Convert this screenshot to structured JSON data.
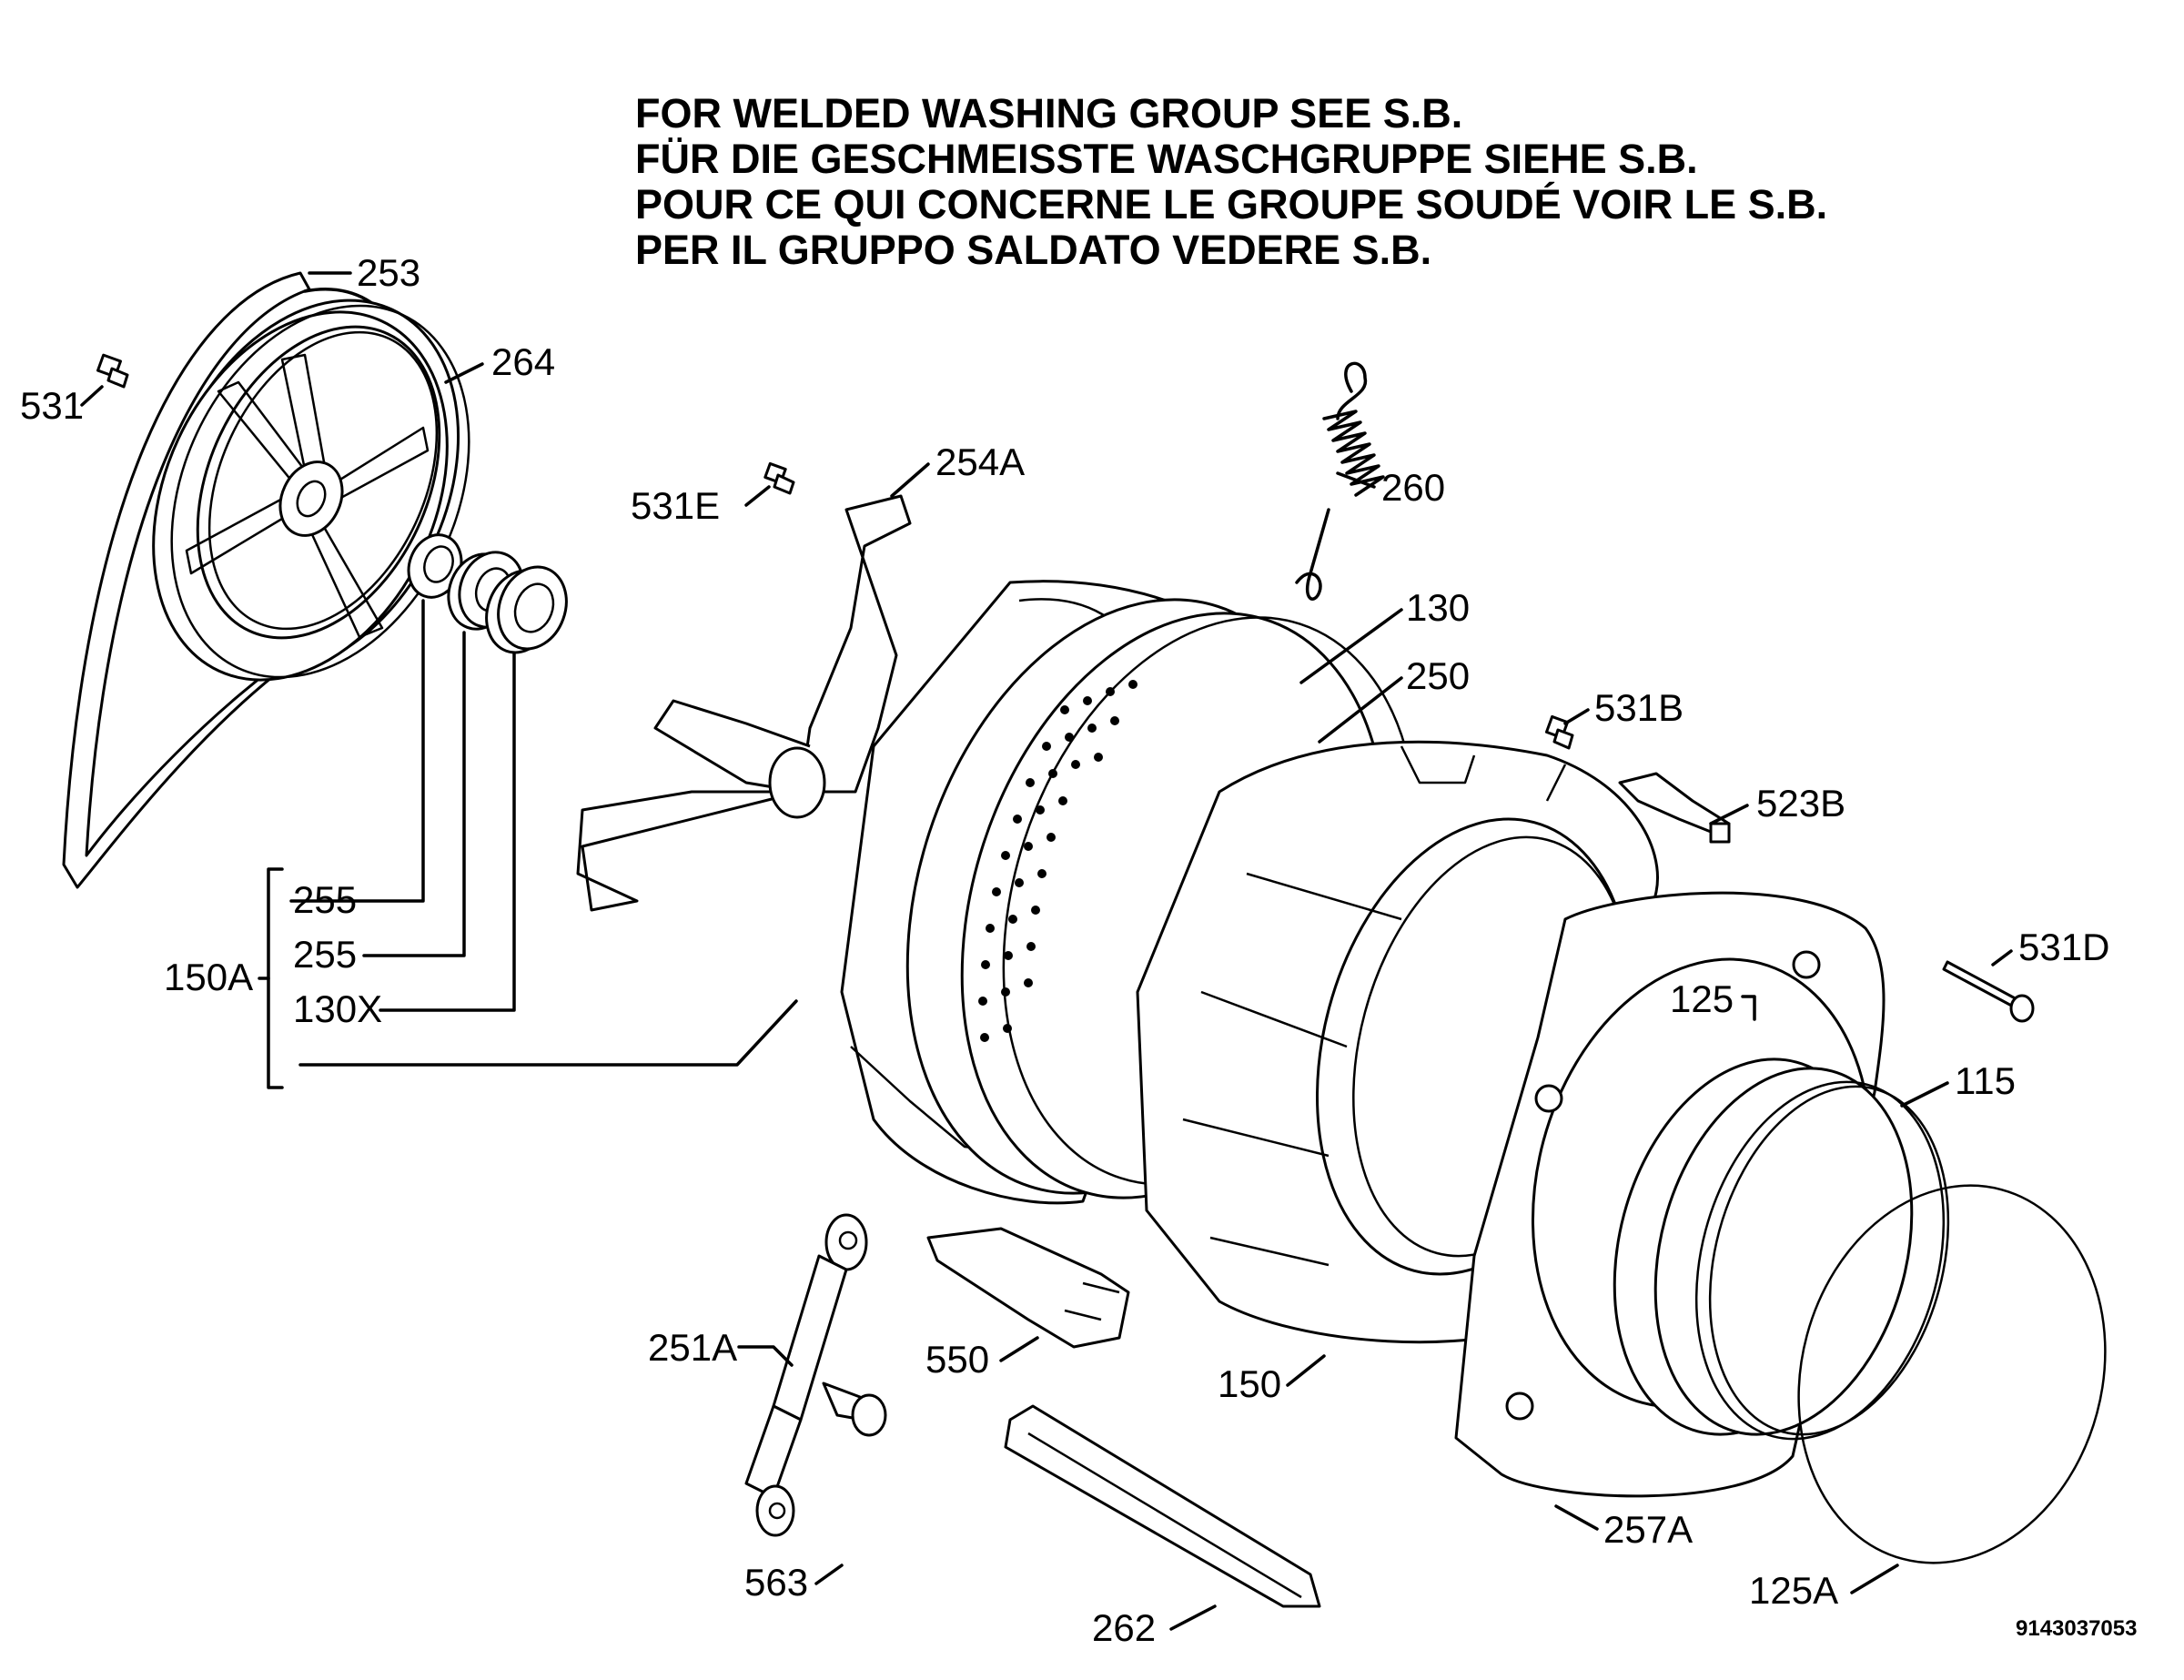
{
  "notes": [
    "FOR WELDED WASHING GROUP SEE S.B.",
    "FÜR DIE GESCHMEISSTE WASCHGRUPPE SIEHE S.B.",
    "POUR CE QUI CONCERNE LE GROUPE SOUDÉ VOIR LE S.B.",
    "PER IL GRUPPO SALDATO VEDERE S.B."
  ],
  "labels": {
    "p253": "253",
    "p264": "264",
    "p531": "531",
    "p531E": "531E",
    "p254A": "254A",
    "p260": "260",
    "p130": "130",
    "p250": "250",
    "p531B": "531B",
    "p523B": "523B",
    "p531D": "531D",
    "p125": "125",
    "p115": "115",
    "p150A": "150A",
    "p255a": "255",
    "p255b": "255",
    "p130X": "130X",
    "p251A": "251A",
    "p550": "550",
    "p150": "150",
    "p257A": "257A",
    "p125A": "125A",
    "p563": "563",
    "p262": "262"
  },
  "drawing_code": "9143037053",
  "icons": [
    "pulley-icon",
    "drive-belt-icon",
    "bearing-icon",
    "seal-icon",
    "screw-icon",
    "spring-icon",
    "drum-icon",
    "tub-icon",
    "door-seal-icon",
    "shock-absorber-icon",
    "counterweight-icon"
  ]
}
